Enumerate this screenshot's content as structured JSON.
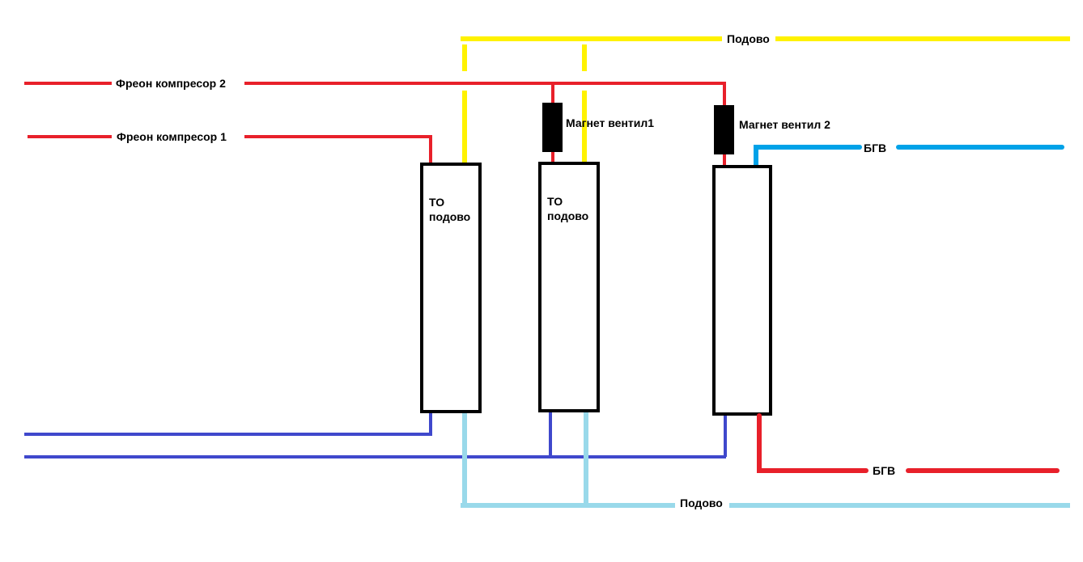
{
  "colors": {
    "freon": "#e8202a",
    "podovo_supply": "#fff200",
    "podovo_return": "#99d9ea",
    "compressor_return": "#3f48cc",
    "bgv_cold": "#00a2e8",
    "bgv_hot": "#e8202a",
    "outline": "#000000"
  },
  "labels": {
    "podovo_top": "Подово",
    "freon_comp2": "Фреон компресор 2",
    "freon_comp1": "Фреон компресор 1",
    "valve1": "Магнет вентил1",
    "valve2": "Магнет вентил 2",
    "bgv_top": "БГВ",
    "bgv_bottom": "БГВ",
    "podovo_bottom": "Подово"
  },
  "exchangers": [
    {
      "line1": "ТО",
      "line2": "подово"
    },
    {
      "line1": "ТО",
      "line2": "подово"
    },
    {
      "line1": "",
      "line2": ""
    }
  ]
}
